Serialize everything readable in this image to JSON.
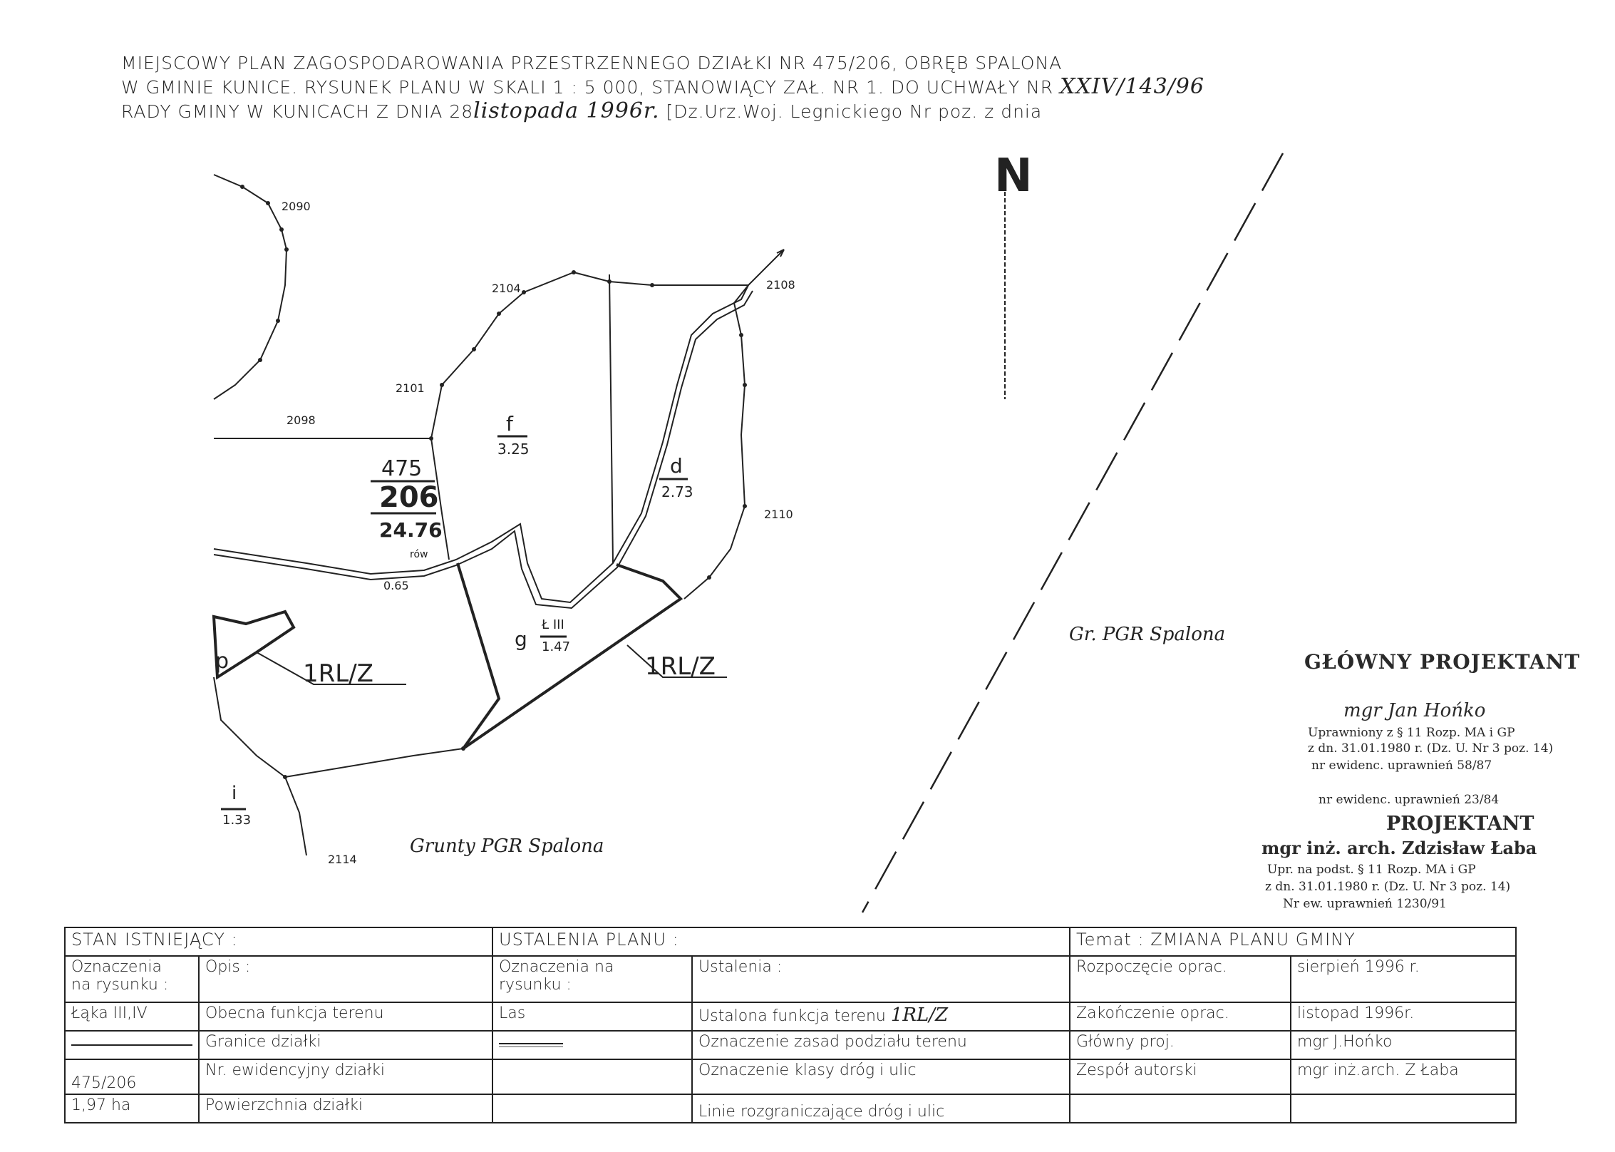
{
  "header": {
    "line1": "MIEJSCOWY PLAN ZAGOSPODAROWANIA PRZESTRZENNEGO DZIAŁKI NR 475/206, OBRĘB SPALONA",
    "line2": "W GMINIE KUNICE. RYSUNEK PLANU W SKALI 1 : 5 000, STANOWIĄCY ZAŁ. NR 1. DO UCHWAŁY NR",
    "line2_hand": "XXIV/143/96",
    "line3_start": "RADY GMINY W KUNICACH Z DNIA 28",
    "line3_hand": "listopada 1996r.",
    "line3_end": "[Dz.Urz.Woj. Legnickiego Nr          poz.          z dnia"
  },
  "map": {
    "north": "N",
    "parcel_numbers": [
      "2090",
      "2104",
      "2108",
      "2101",
      "2098",
      "2110",
      "2114"
    ],
    "plot_top": "475",
    "plot_mid": "206",
    "plot_area": "24.76",
    "labels": {
      "f": "f",
      "f_val": "3.25",
      "d": "d",
      "d_val": "2.73",
      "g": "g",
      "g_class": "Ł III",
      "g_val": "1.47",
      "p": "p",
      "i": "i",
      "i_val": "1.33",
      "o_val": "0.65",
      "rw": "rów"
    },
    "zone_left": "1RL/Z",
    "zone_right": "1RL/Z",
    "grunty": "Grunty PGR Spalona",
    "gr_pgr": "Gr. PGR Spalona"
  },
  "stamps": {
    "main_title": "GŁÓWNY PROJEKTANT",
    "main_name": "mgr Jan Hońko",
    "main_l1": "Uprawniony z § 11 Rozp. MA i GP",
    "main_l2": "z dn. 31.01.1980 r. (Dz. U. Nr 3 poz. 14)",
    "main_l3": "nr ewidenc. uprawnień 58/87",
    "main_l4": "nr ewidenc. uprawnień 23/84",
    "proj_title": "PROJEKTANT",
    "proj_name": "mgr inż. arch. Zdzisław Łaba",
    "proj_l1": "Upr. na podst. § 11 Rozp. MA i GP",
    "proj_l2": "z dn. 31.01.1980 r. (Dz. U. Nr 3 poz. 14)",
    "proj_l3": "Nr ew. uprawnień 1230/91"
  },
  "legend": {
    "stan": "STAN ISTNIEJĄCY :",
    "ustalenia": "USTALENIA PLANU :",
    "temat": "Temat : ZMIANA PLANU GMINY",
    "oznaczenia1a": "Oznaczenia",
    "oznaczenia1b": "na rysunku :",
    "opis": "Opis :",
    "oznaczenia2a": "Oznaczenia na",
    "oznaczenia2b": "rysunku :",
    "ustalenia_col": "Ustalenia :",
    "rozpoczecie": "Rozpoczęcie oprac.",
    "rozpoczecie_val": "sierpień 1996 r.",
    "r1_ozn": "Łąka III,IV",
    "r1_opis": "Obecna funkcja terenu",
    "r1_ozn2": "Las",
    "r1_ust": "Ustalona funkcja terenu",
    "r1_ust_hand": "1RL/Z",
    "r1_k": "Zakończenie oprac.",
    "r1_v": "listopad 1996r.",
    "r2_opis": "Granice działki",
    "r2_ust": "Oznaczenie zasad podziału terenu",
    "r2_k": "Główny proj.",
    "r2_v": "mgr J.Hońko",
    "r3_ozn": "475/206",
    "r3_opis": "Nr. ewidencyjny działki",
    "r3_ust": "Oznaczenie klasy dróg i ulic",
    "r3_k": "Zespół autorski",
    "r3_v": "mgr inż.arch. Z Łaba",
    "r4_ozn": "1,97 ha",
    "r4_opis": "Powierzchnia działki",
    "r4_ust": "Linie rozgraniczające dróg i ulic"
  }
}
